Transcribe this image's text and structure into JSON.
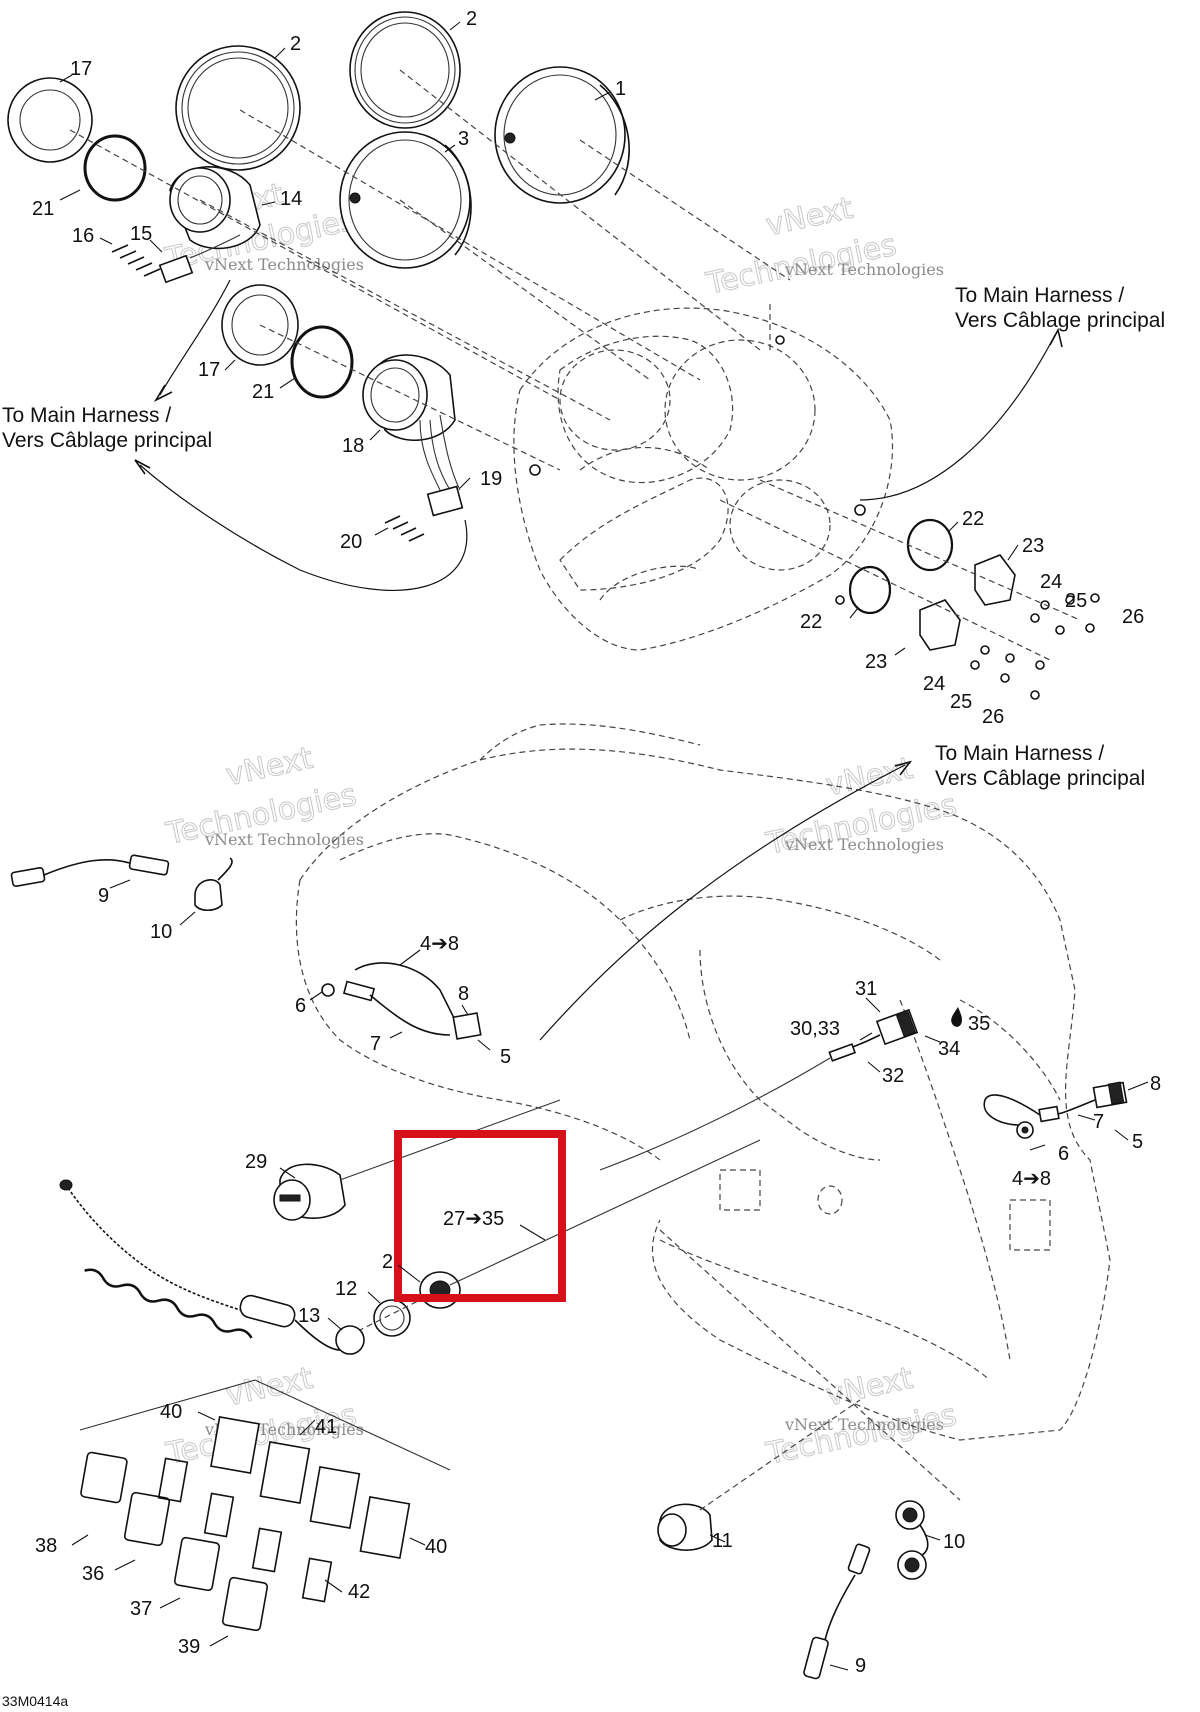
{
  "callouts": {
    "c1": "1",
    "c2a": "2",
    "c2b": "2",
    "c3": "3",
    "c14": "14",
    "c15": "15",
    "c16": "16",
    "c17a": "17",
    "c17b": "17",
    "c18": "18",
    "c19": "19",
    "c20": "20",
    "c21a": "21",
    "c21b": "21",
    "c22a": "22",
    "c22b": "22",
    "c23a": "23",
    "c23b": "23",
    "c24a": "24",
    "c24b": "24",
    "c25a": "25",
    "c25b": "25",
    "c26a": "26",
    "c26b": "26",
    "c9a": "9",
    "c10a": "10",
    "c48a": "4➔8",
    "c6a": "6",
    "c8a": "8",
    "c7a": "7",
    "c5a": "5",
    "c31": "31",
    "c3033": "30,33",
    "c35": "35",
    "c34": "34",
    "c32": "32",
    "c8b": "8",
    "c7b": "7",
    "c5b": "5",
    "c6b": "6",
    "c48b": "4➔8",
    "c29": "29",
    "c2735": "27➔35",
    "c2c": "2",
    "c12": "12",
    "c13": "13",
    "c40a": "40",
    "c41": "41",
    "c38": "38",
    "c36": "36",
    "c37": "37",
    "c39": "39",
    "c42": "42",
    "c40b": "40",
    "c11": "11",
    "c10b": "10",
    "c9b": "9"
  },
  "notes": {
    "harness_top_right_en": "To Main Harness /",
    "harness_top_right_fr": "Vers Câblage principal",
    "harness_left_en": "To Main Harness /",
    "harness_left_fr": "Vers Câblage principal",
    "harness_mid_en": "To Main Harness /",
    "harness_mid_fr": "Vers Câblage principal"
  },
  "watermark": {
    "brand_small": "vNext Technologies",
    "brand_large_1": "vNext",
    "brand_large_2": "Technologies"
  },
  "figure_ref": "33M0414a",
  "colors": {
    "highlight": "#d4101a",
    "ink": "#111111"
  }
}
